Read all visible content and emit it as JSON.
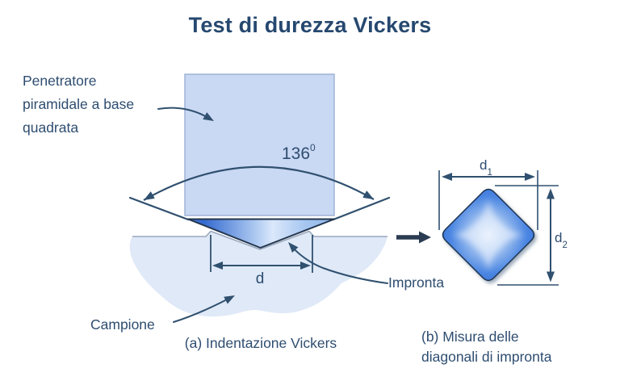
{
  "title": "Test di durezza Vickers",
  "diagram_a": {
    "caption": "(a) Indentazione Vickers",
    "indenter_label_lines": [
      "Penetratore",
      "piramidale a base",
      "quadrata"
    ],
    "angle_label": {
      "base": "136",
      "sup": "0"
    },
    "diagonal_label": "d",
    "impronta_label": "Impronta",
    "campione_label": "Campione"
  },
  "diagram_b": {
    "caption_lines": [
      "(b) Misura delle",
      "diagonali di impronta"
    ],
    "d1_label": {
      "base": "d",
      "sub": "1"
    },
    "d2_label": {
      "base": "d",
      "sub": "2"
    }
  },
  "colors": {
    "text": "#2e4d70",
    "title": "#26486f",
    "line": "#30506f",
    "indenter_fill": "#c9d8f3",
    "indenter_border": "#9db3d8",
    "sample_fill": "#dfe9f7",
    "surface_line": "#9aa8bd",
    "imprint_dark_blue": "#3268cf",
    "imprint_light_blue": "#dbe8fb",
    "diamond_edge_blue": "#3a76da",
    "diamond_center": "#e3eefc",
    "bold_arrow": "#2b3c52"
  }
}
